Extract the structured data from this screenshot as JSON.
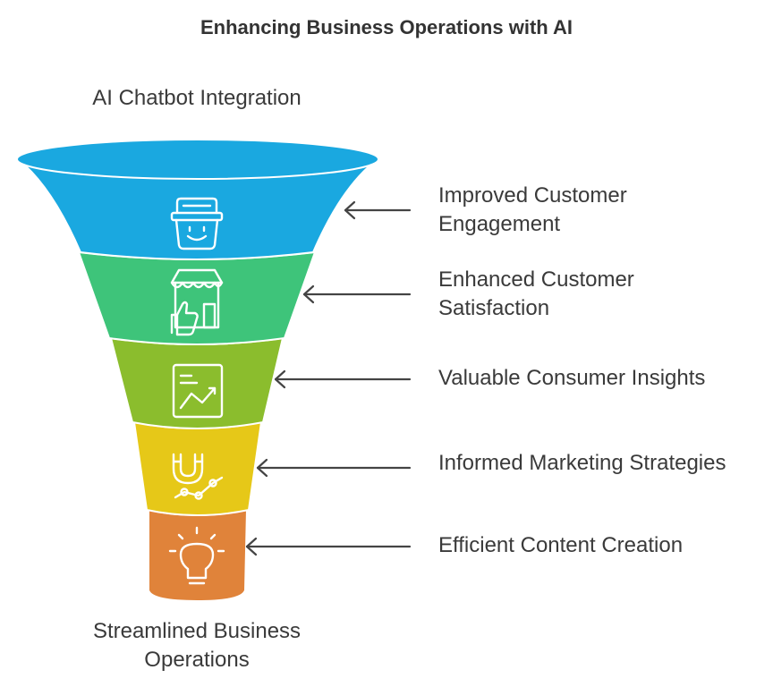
{
  "title": "Enhancing Business Operations with AI",
  "top_label": "AI Chatbot Integration",
  "bottom_label": {
    "line1": "Streamlined Business",
    "line2": "Operations"
  },
  "stages": [
    {
      "line1": "Improved Customer",
      "line2": "Engagement",
      "color": "#1aa8e0",
      "icon": "smiling-basket-icon"
    },
    {
      "line1": "Enhanced Customer",
      "line2": "Satisfaction",
      "color": "#3ec47a",
      "icon": "store-thumbs-up-icon"
    },
    {
      "line1": "Valuable Consumer Insights",
      "line2": "",
      "color": "#8bbd2d",
      "icon": "chart-board-icon"
    },
    {
      "line1": "Informed Marketing Strategies",
      "line2": "",
      "color": "#e6c818",
      "icon": "magnet-trend-icon"
    },
    {
      "line1": "Efficient Content Creation",
      "line2": "",
      "color": "#e0833a",
      "icon": "lightbulb-icon"
    }
  ]
}
